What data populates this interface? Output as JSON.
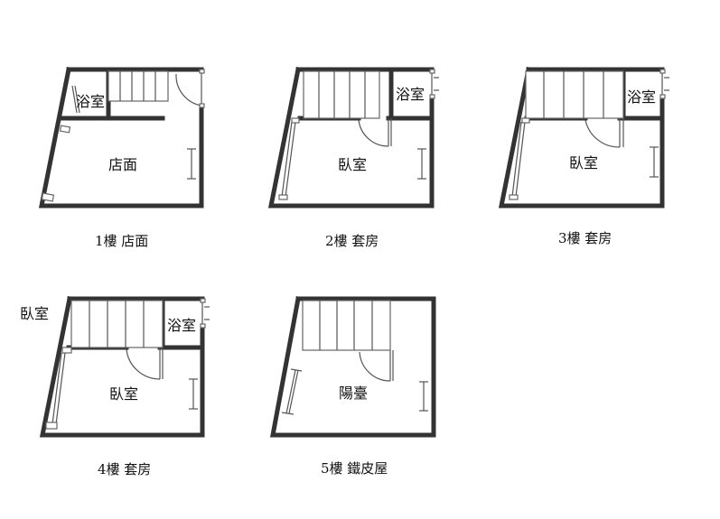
{
  "floors": [
    {
      "caption": "1樓 店面",
      "rooms": {
        "bath": "浴室",
        "main": "店面"
      }
    },
    {
      "caption": "2樓 套房",
      "rooms": {
        "bath": "浴室",
        "main": "臥室"
      }
    },
    {
      "caption": "3樓 套房",
      "rooms": {
        "bath": "浴室",
        "main": "臥室"
      }
    },
    {
      "caption": "4樓 套房",
      "rooms": {
        "bath": "浴室",
        "main": "臥室"
      },
      "extra_label": "臥室"
    },
    {
      "caption": "5樓 鐵皮屋",
      "rooms": {
        "main": "陽臺"
      }
    }
  ]
}
